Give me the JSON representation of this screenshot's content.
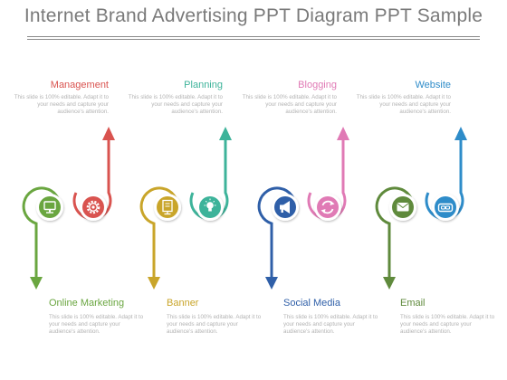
{
  "title": "Internet Brand Advertising PPT Diagram PPT Sample",
  "colors": {
    "red": "#d9534f",
    "teal": "#3db39a",
    "pink": "#e07ab5",
    "blue": "#2e8cc9",
    "green": "#6aa640",
    "gold": "#c9a52a",
    "navy": "#2f5fa8",
    "olive": "#5f8a3c"
  },
  "groups": [
    {
      "top": {
        "label": "Management",
        "desc": "This slide is 100% editable. Adapt it to your needs and capture your audience's attention.",
        "color": "#d9534f",
        "icon": "gear-icon"
      },
      "bottom": {
        "label": "Online Marketing",
        "desc": "This slide is 100% editable. Adapt it to your needs and capture your audience's attention.",
        "color": "#6aa640",
        "icon": "monitor-icon"
      }
    },
    {
      "top": {
        "label": "Planning",
        "desc": "This slide is 100% editable. Adapt it to your needs and capture your audience's attention.",
        "color": "#3db39a",
        "icon": "lightbulb-icon"
      },
      "bottom": {
        "label": "Banner",
        "desc": "This slide is 100% editable. Adapt it to your needs and capture your audience's attention.",
        "color": "#c9a52a",
        "icon": "banner-stand-icon"
      }
    },
    {
      "top": {
        "label": "Blogging",
        "desc": "This slide is 100% editable. Adapt it to your needs and capture your audience's attention.",
        "color": "#e07ab5",
        "icon": "refresh-icon"
      },
      "bottom": {
        "label": "Social Media",
        "desc": "This slide is 100% editable. Adapt it to your needs and capture your audience's attention.",
        "color": "#2f5fa8",
        "icon": "megaphone-icon"
      }
    },
    {
      "top": {
        "label": "Website",
        "desc": "This slide is 100% editable. Adapt it to your needs and capture your audience's attention.",
        "color": "#2e8cc9",
        "icon": "link-icon"
      },
      "bottom": {
        "label": "Email",
        "desc": "This slide is 100% editable. Adapt it to your needs and capture your audience's attention.",
        "color": "#5f8a3c",
        "icon": "envelope-icon"
      }
    }
  ]
}
